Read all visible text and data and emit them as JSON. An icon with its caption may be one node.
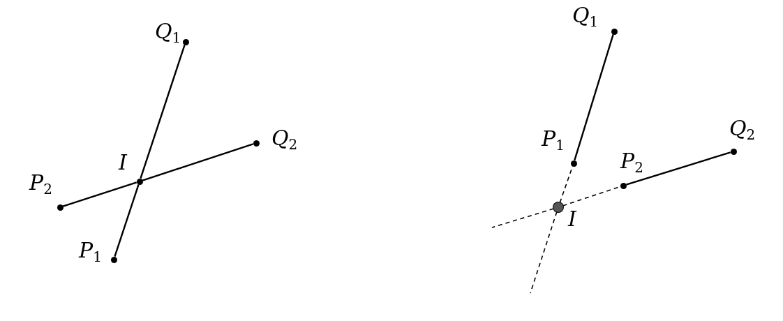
{
  "diagram": {
    "nodes": [
      {
        "text": [
          "Q$_{1}$"
        ]
      },
      {
        "text": [
          "Q$_{2}$"
        ]
      },
      {
        "text": [
          "I"
        ]
      },
      {
        "text": [
          "P$_{2}$"
        ]
      },
      {
        "text": [
          "P$_{1}$"
        ]
      },
      {
        "text": [
          "Q$_{1}$"
        ]
      },
      {
        "text": [
          "P$_{1}$"
        ]
      },
      {
        "text": [
          "Q$_{2}$"
        ]
      },
      {
        "text": [
          "P$_{2}$"
        ]
      },
      {
        "text": [
          "I"
        ]
      }
    ],
    "edges": [
      {
        "from": 4,
        "to": 2,
        "arrow": "none"
      },
      {
        "from": 2,
        "to": 0,
        "arrow": "none"
      },
      {
        "from": 3,
        "to": 2,
        "arrow": "none"
      },
      {
        "from": 2,
        "to": 1,
        "arrow": "none"
      },
      {
        "from": 6,
        "to": 5,
        "arrow": "none"
      },
      {
        "from": 8,
        "to": 7,
        "arrow": "none"
      },
      {
        "from": 9,
        "to": 6,
        "arrow": "none",
        "style": "dashed"
      },
      {
        "from": 9,
        "to": 8,
        "arrow": "none",
        "style": "dashed"
      },
      {
        "from": 9,
        "to": null,
        "arrow": "none",
        "style": "dashed"
      },
      {
        "from": 9,
        "to": null,
        "arrow": "none",
        "style": "dashed"
      }
    ]
  }
}
